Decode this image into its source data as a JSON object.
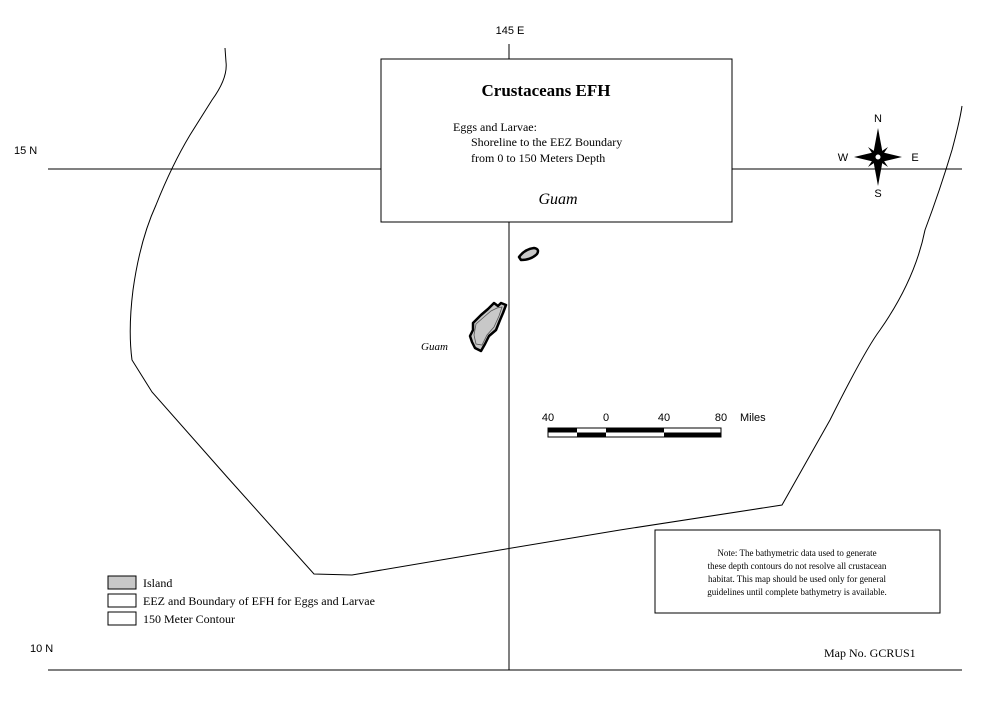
{
  "title_box": {
    "title": "Crustaceans EFH",
    "line1": "Eggs and Larvae:",
    "line2": "Shoreline to the EEZ Boundary",
    "line3": "from 0 to 150 Meters Depth",
    "region": "Guam"
  },
  "grid_labels": {
    "longitude": "145 E",
    "lat_north": "15 N",
    "lat_south": "10 N"
  },
  "compass": {
    "n": "N",
    "s": "S",
    "e": "E",
    "w": "W"
  },
  "island_label": "Guam",
  "scale_bar": {
    "ticks": [
      "40",
      "0",
      "40",
      "80"
    ],
    "unit": "Miles"
  },
  "legend": {
    "island": "Island",
    "eez": "EEZ and Boundary of EFH for Eggs and Larvae",
    "contour": "150 Meter Contour"
  },
  "note": {
    "line1": "Note:  The bathymetric data used to generate",
    "line2": "these depth contours do not resolve all crustacean",
    "line3": "habitat.  This map should be used only for general",
    "line4": "guidelines until complete bathymetry is available."
  },
  "map_number": "Map No.  GCRUS1",
  "colors": {
    "island_fill": "#c8c8c8",
    "line": "#000000",
    "background": "#ffffff"
  }
}
